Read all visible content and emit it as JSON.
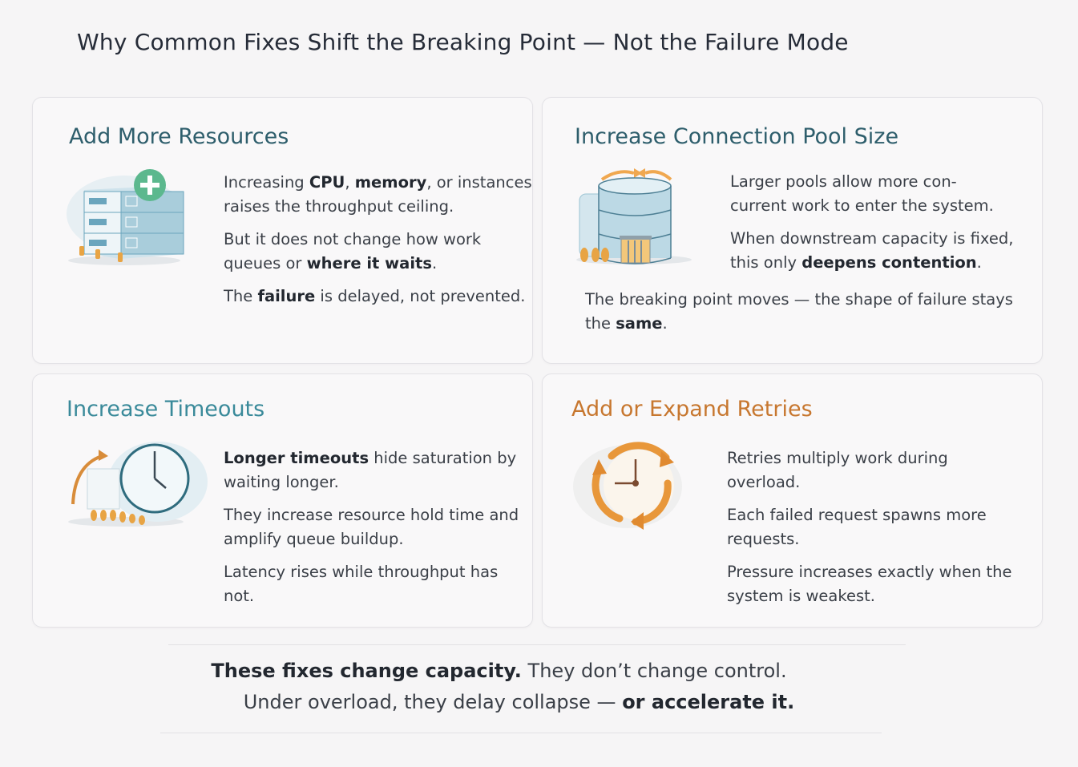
{
  "title": "Why Common Fixes Shift the Breaking Point — Not the Failure Mode",
  "colors": {
    "teal_dark": "#2e5e6c",
    "teal": "#3a8a9a",
    "orange": "#c7772f",
    "green_plus": "#5cb88e"
  },
  "cards": [
    {
      "heading": "Add More Resources",
      "icon": "server-stack-plus-icon",
      "p1": {
        "a": "Increasing ",
        "b1": "CPU",
        "c": ", ",
        "b2": "memory",
        ",d": "",
        "d": ", or instances raises the throughput ceiling."
      },
      "p2": {
        "a": "But it does not change how work queues or ",
        "b": "where it waits",
        "c": "."
      },
      "p3": {
        "a": "The ",
        "b": "failure",
        "c": " is delayed, not prevented."
      }
    },
    {
      "heading": "Increase Connection Pool Size",
      "icon": "database-pool-icon",
      "p1": {
        "a": "Larger pools allow more con-current work to enter the system."
      },
      "p2": {
        "a": "When downstream capacity is fixed, this only ",
        "b": "deepens contention",
        "c": "."
      },
      "p3": {
        "a": "The breaking point moves — the shape of failure stays the ",
        "b": "same",
        "c": "."
      }
    },
    {
      "heading": "Increase Timeouts",
      "icon": "clock-icon",
      "p1": {
        "b": "Longer timeouts",
        "a": " hide saturation by waiting longer."
      },
      "p2": {
        "a": "They increase resource hold time and amplify queue buildup."
      },
      "p3": {
        "a": "Latency rises while throughput has not."
      }
    },
    {
      "heading": "Add or Expand Retries",
      "icon": "retry-cycle-clock-icon",
      "p1": {
        "a": "Retries multiply work during overload."
      },
      "p2": {
        "a": "Each failed request spawns more requests."
      },
      "p3": {
        "a": "Pressure increases exactly when the system is weakest."
      }
    }
  ],
  "footer": {
    "line1_bold": "These fixes change capacity.",
    "line1_rest": " They don’t change control.",
    "line2_rest": "Under overload, they delay collapse — ",
    "line2_bold": "or accelerate it."
  }
}
